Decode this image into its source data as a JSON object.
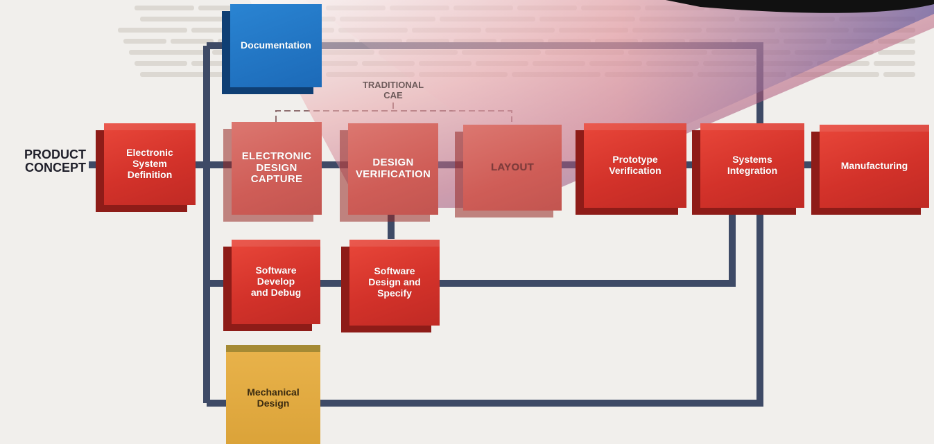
{
  "diagram": {
    "start_label": "PRODUCT\nCONCEPT",
    "annotation": "TRADITIONAL\nCAE",
    "nodes": {
      "electronic_system_definition": "Electronic\nSystem\nDefinition",
      "documentation": "Documentation",
      "electronic_design_capture": "ELECTRONIC\nDESIGN\nCAPTURE",
      "design_verification": "DESIGN\nVERIFICATION",
      "layout": "LAYOUT",
      "prototype_verification": "Prototype\nVerification",
      "systems_integration": "Systems\nIntegration",
      "manufacturing": "Manufacturing",
      "software_develop_debug": "Software\nDevelop\nand Debug",
      "software_design_specify": "Software\nDesign and\nSpecify",
      "mechanical_design": "Mechanical\nDesign"
    },
    "colors": {
      "process_red": "#d3322a",
      "cae_faded": "#cf5d57",
      "documentation_blue": "#1c6ab8",
      "mechanical_yellow": "#dba339",
      "connector": "#3e4a66"
    }
  }
}
